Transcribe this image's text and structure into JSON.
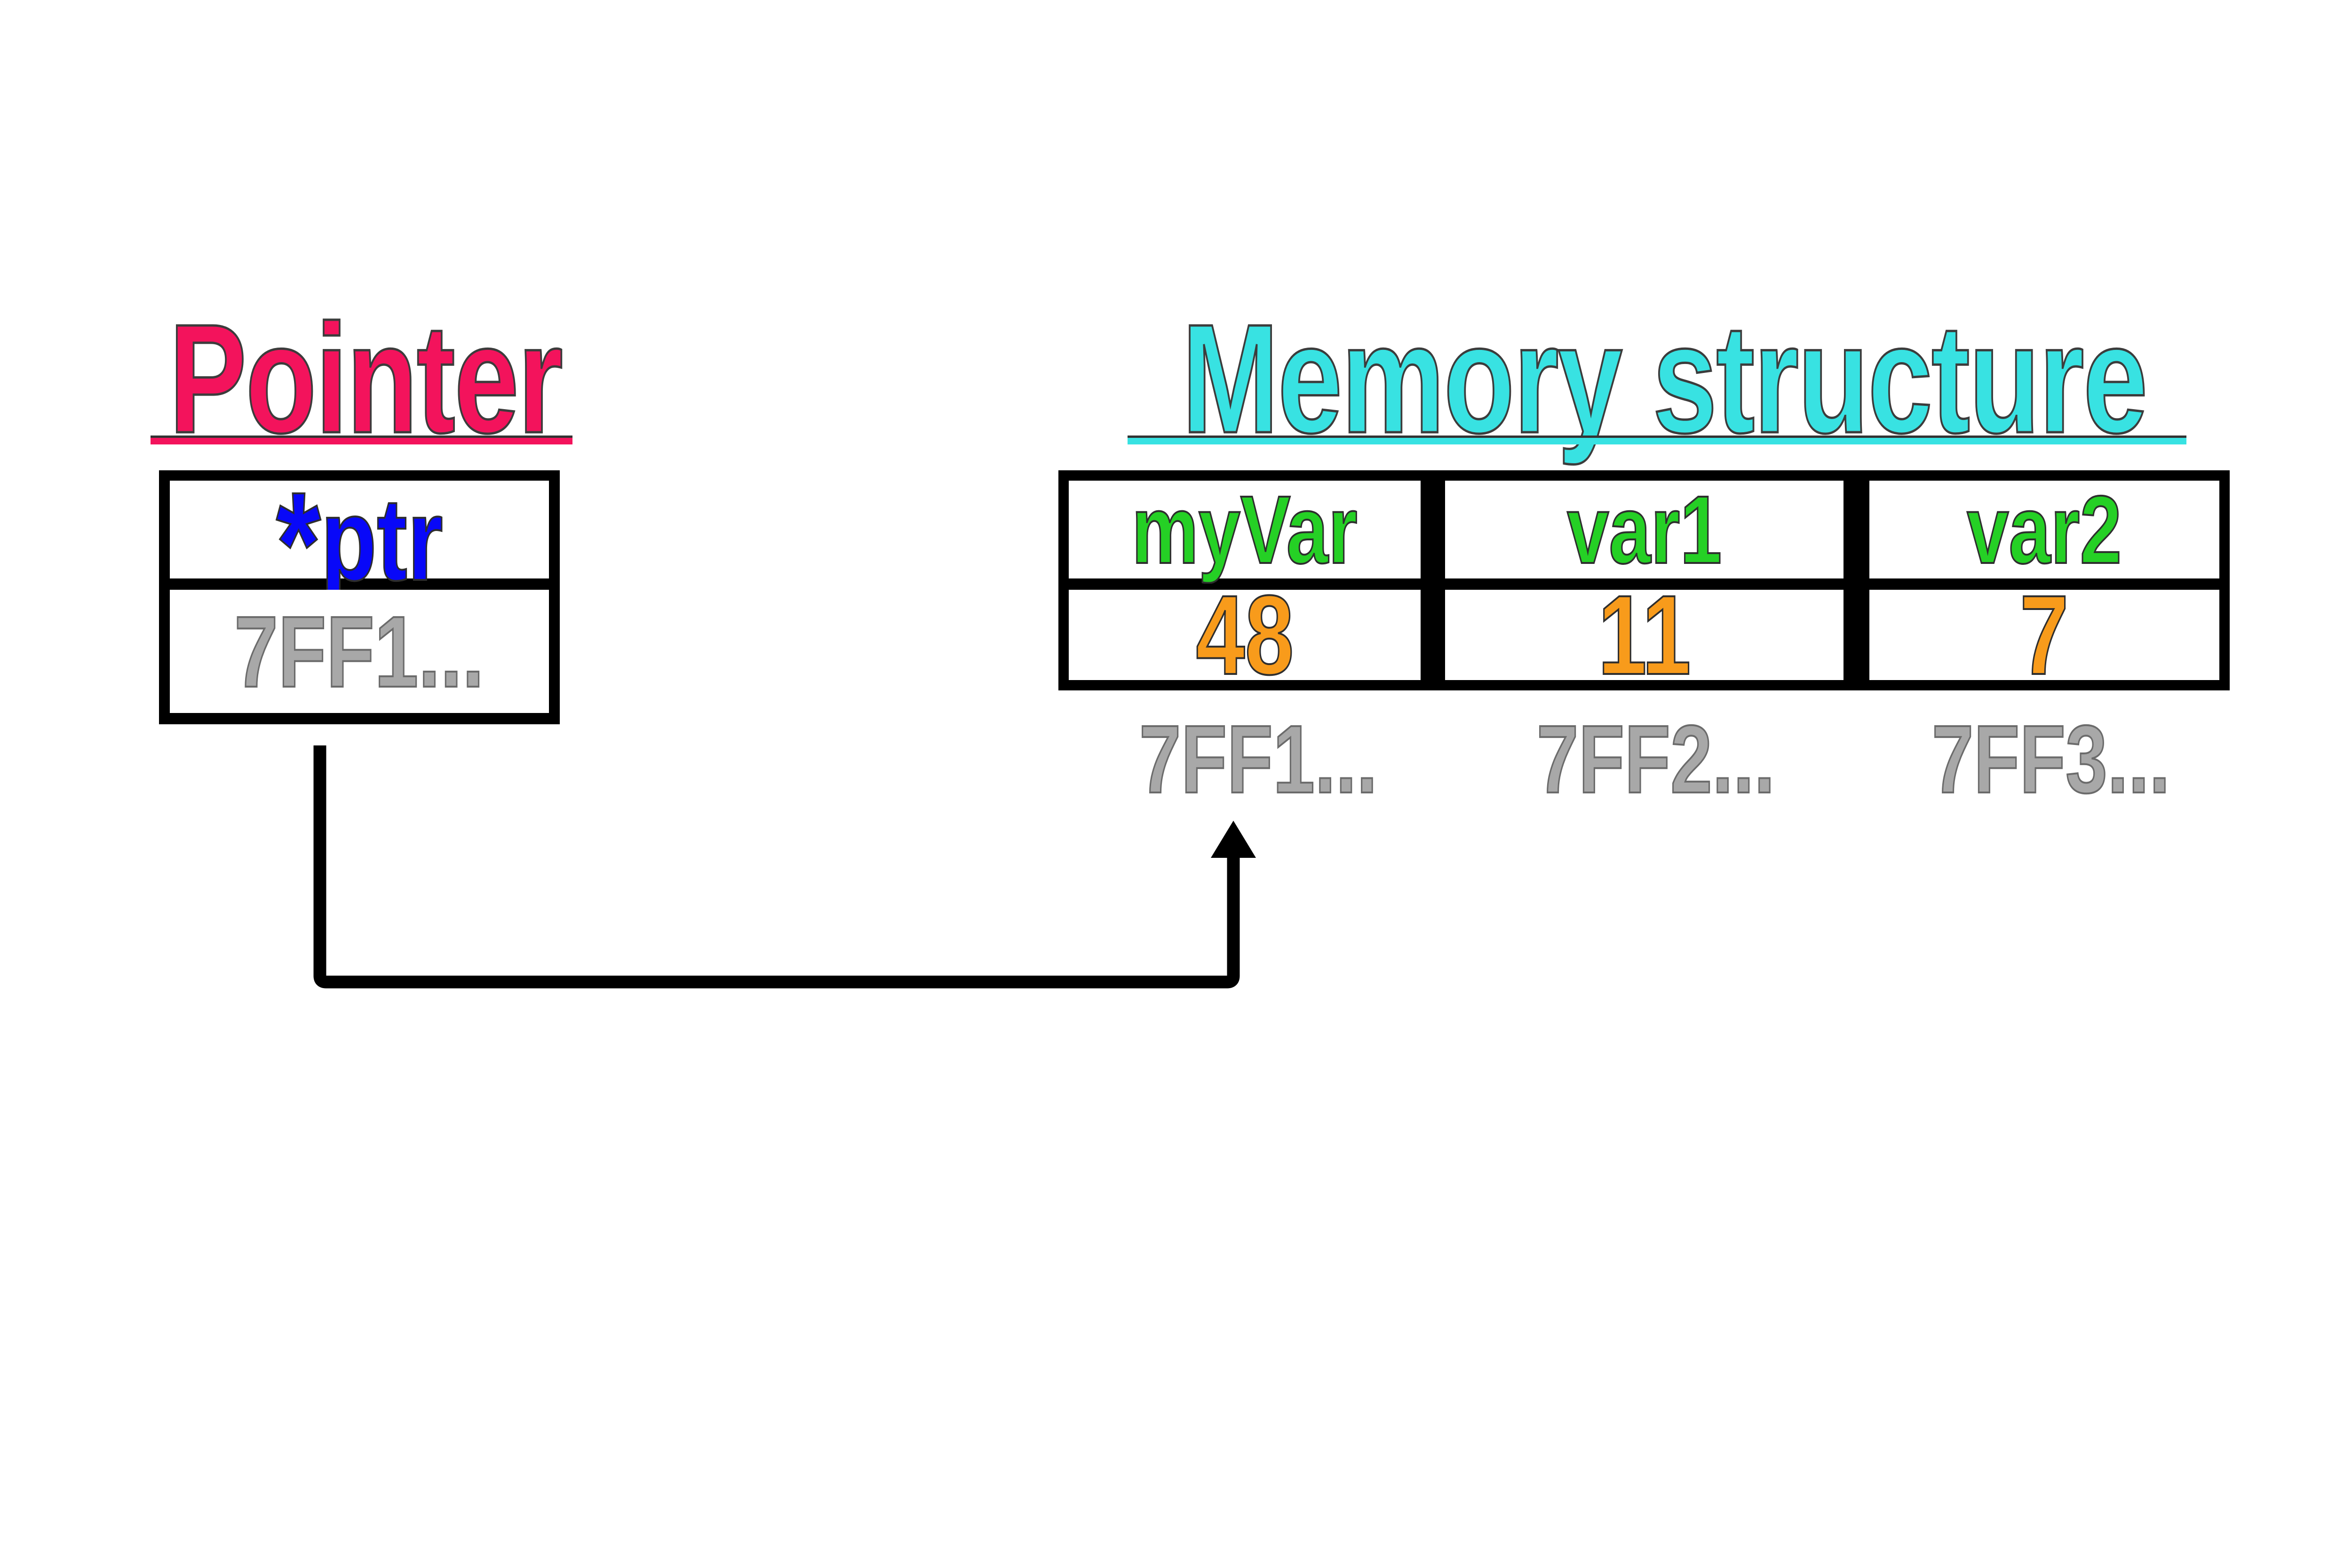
{
  "titles": {
    "pointer": "Pointer",
    "memory": "Memory structure"
  },
  "pointer_box": {
    "deref_symbol": "*",
    "var_name": "ptr",
    "address": "7FF1..."
  },
  "memory_table": {
    "columns": [
      {
        "name": "myVar",
        "value": "48",
        "address": "7FF1..."
      },
      {
        "name": "var1",
        "value": "11",
        "address": "7FF2..."
      },
      {
        "name": "var2",
        "value": "7",
        "address": "7FF3..."
      }
    ]
  },
  "arrow": {
    "meaning": "pointer *ptr stores address 7FF1... and points to myVar cell"
  },
  "colors": {
    "pointer_title": "#F3135C",
    "memory_title": "#38E2E2",
    "pointer_name": "#0808F8",
    "variable_names": "#25D025",
    "values": "#F89B1B",
    "addresses": "#A8A8A8",
    "borders_and_arrow": "#000000"
  }
}
